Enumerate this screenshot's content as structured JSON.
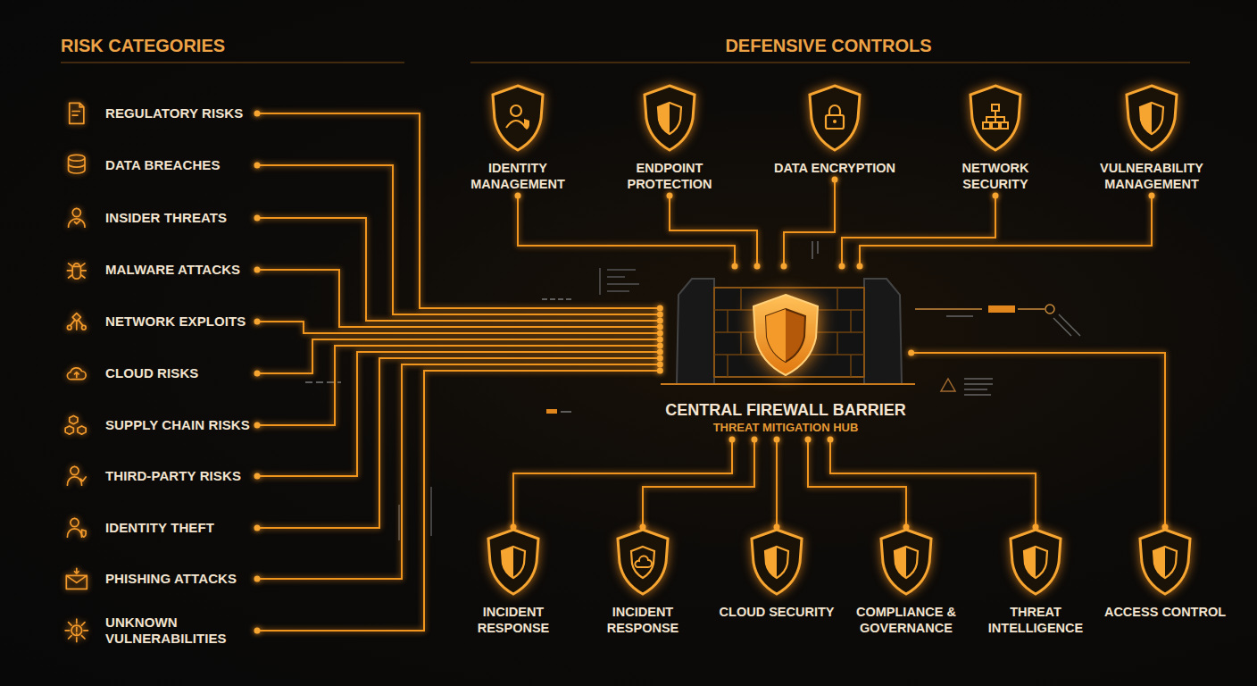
{
  "diagram": {
    "nodes": [
      {
        "text": [
          "REGULATORY RISKS"
        ]
      },
      {
        "text": [
          "DATA BREACHES"
        ]
      },
      {
        "text": [
          "INSIDER THREATS"
        ]
      },
      {
        "text": [
          "MALWARE ATTACKS"
        ]
      },
      {
        "text": [
          "NETWORK EXPLOITS"
        ]
      },
      {
        "text": [
          "CLOUD RISKS"
        ]
      },
      {
        "text": [
          "SUPPLY CHAIN RISKS"
        ]
      },
      {
        "text": [
          "THIRD-PARTY RISKS"
        ]
      },
      {
        "text": [
          "IDENTITY THEFT"
        ]
      },
      {
        "text": [
          "PHISHING ATTACKS"
        ]
      },
      {
        "text": [
          "UNKNOWN VULNERABILITIES"
        ]
      },
      {
        "text": [
          "CENTRAL FIREWALL BARRIER",
          "THREAT MITIGATION HUB"
        ]
      },
      {
        "text": [
          "IDENTITY MANAGEMENT"
        ]
      },
      {
        "text": [
          "ENDPOINT PROTECTION"
        ]
      },
      {
        "text": [
          "DATA ENCRYPTION"
        ]
      },
      {
        "text": [
          "NETWORK SECURITY"
        ]
      },
      {
        "text": [
          "VULNERABILITY MANAGEMENT"
        ]
      },
      {
        "text": [
          "INCIDENT RESPONSE"
        ]
      },
      {
        "text": [
          "INCIDENT RESPONSE"
        ]
      },
      {
        "text": [
          "CLOUD SECURITY"
        ]
      },
      {
        "text": [
          "COMPLIANCE & GOVERNANCE"
        ]
      },
      {
        "text": [
          "THREAT INTELLIGENCE"
        ]
      },
      {
        "text": [
          "ACCESS CONTROL"
        ]
      }
    ],
    "edges": [
      {
        "from": 0,
        "to": 11,
        "arrow": "none"
      },
      {
        "from": 1,
        "to": 11,
        "arrow": "none"
      },
      {
        "from": 2,
        "to": 11,
        "arrow": "none"
      },
      {
        "from": 3,
        "to": 11,
        "arrow": "none"
      },
      {
        "from": 4,
        "to": 11,
        "arrow": "none"
      },
      {
        "from": 5,
        "to": 11,
        "arrow": "none"
      },
      {
        "from": 6,
        "to": 11,
        "arrow": "none"
      },
      {
        "from": 7,
        "to": 11,
        "arrow": "none"
      },
      {
        "from": 8,
        "to": 11,
        "arrow": "none"
      },
      {
        "from": 9,
        "to": 11,
        "arrow": "none"
      },
      {
        "from": 10,
        "to": 11,
        "arrow": "none"
      },
      {
        "from": 12,
        "to": 11,
        "arrow": "none"
      },
      {
        "from": 13,
        "to": 11,
        "arrow": "none"
      },
      {
        "from": 14,
        "to": 11,
        "arrow": "none"
      },
      {
        "from": 15,
        "to": 11,
        "arrow": "none"
      },
      {
        "from": 16,
        "to": 11,
        "arrow": "none"
      },
      {
        "from": 17,
        "to": 11,
        "arrow": "none"
      },
      {
        "from": 18,
        "to": 11,
        "arrow": "none"
      },
      {
        "from": 19,
        "to": 11,
        "arrow": "none"
      },
      {
        "from": 20,
        "to": 11,
        "arrow": "none"
      },
      {
        "from": 21,
        "to": 11,
        "arrow": "none"
      },
      {
        "from": 22,
        "to": 11,
        "arrow": "none"
      }
    ],
    "labels": [
      "RISK CATEGORIES",
      "DEFENSIVE CONTROLS"
    ]
  }
}
